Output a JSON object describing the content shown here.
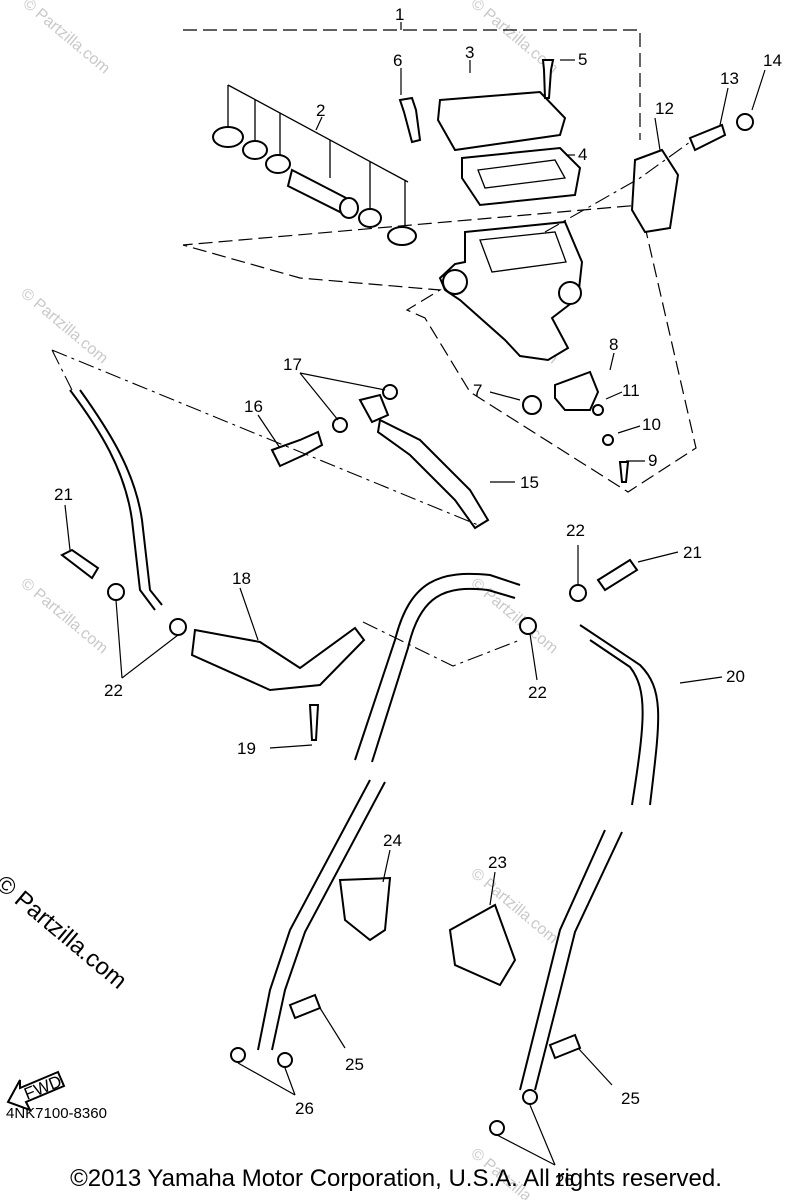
{
  "diagram": {
    "callouts": {
      "c1": "1",
      "c2": "2",
      "c3": "3",
      "c4": "4",
      "c5": "5",
      "c6": "6",
      "c7": "7",
      "c8": "8",
      "c9": "9",
      "c10": "10",
      "c11": "11",
      "c12": "12",
      "c13": "13",
      "c14": "14",
      "c15": "15",
      "c16": "16",
      "c17": "17",
      "c18": "18",
      "c19": "19",
      "c20": "20",
      "c21a": "21",
      "c21b": "21",
      "c22a": "22",
      "c22b": "22",
      "c22c": "22",
      "c23": "23",
      "c24": "24",
      "c25a": "25",
      "c25b": "25",
      "c26a": "26",
      "c26b": "26"
    },
    "fwd_label": "FWD",
    "watermark_small": "© Partzilla.com",
    "watermark_large": "© Partzilla.com",
    "catalog_code": "4NK7100-8360",
    "copyright": "©2013 Yamaha Motor Corporation, U.S.A. All rights reserved."
  }
}
